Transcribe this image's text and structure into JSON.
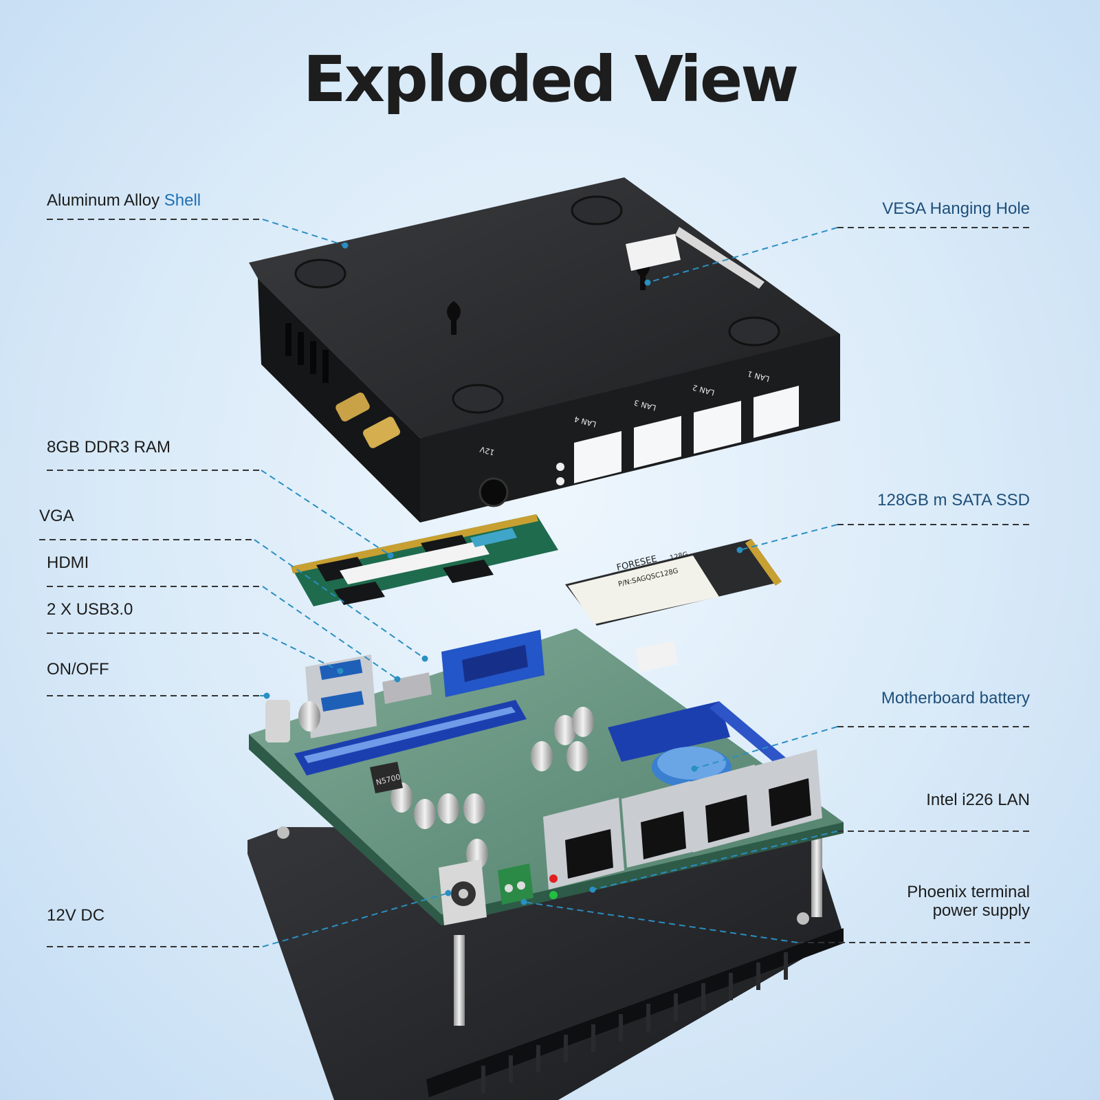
{
  "title": "Exploded View",
  "colors": {
    "callout": "#2a8fc2",
    "underline": "#333333",
    "accent_text": "#1e6fb3"
  },
  "labels": {
    "aluminum_pre": "Aluminum Alloy ",
    "aluminum_accent": "Shell",
    "vesa": "VESA Hanging Hole",
    "ram": "8GB DDR3 RAM",
    "vga": "VGA",
    "hdmi": "HDMI",
    "usb": "2 X USB3.0",
    "onoff": "ON/OFF",
    "ssd": "128GB m SATA SSD",
    "battery": "Motherboard battery",
    "lan_label": "Intel i226 LAN",
    "dc": "12V DC",
    "phoenix_line1": "Phoenix terminal",
    "phoenix_line2": "power supply"
  },
  "chassis": {
    "port_labels": [
      "LAN 1",
      "LAN 2",
      "LAN 3",
      "LAN 4"
    ],
    "power_label": "12V"
  },
  "ssd_card": {
    "brand": "FORESEE",
    "model": "128G",
    "pn": "P/N:SAGQSC128G"
  },
  "board": {
    "chip_mark": "N5700"
  }
}
